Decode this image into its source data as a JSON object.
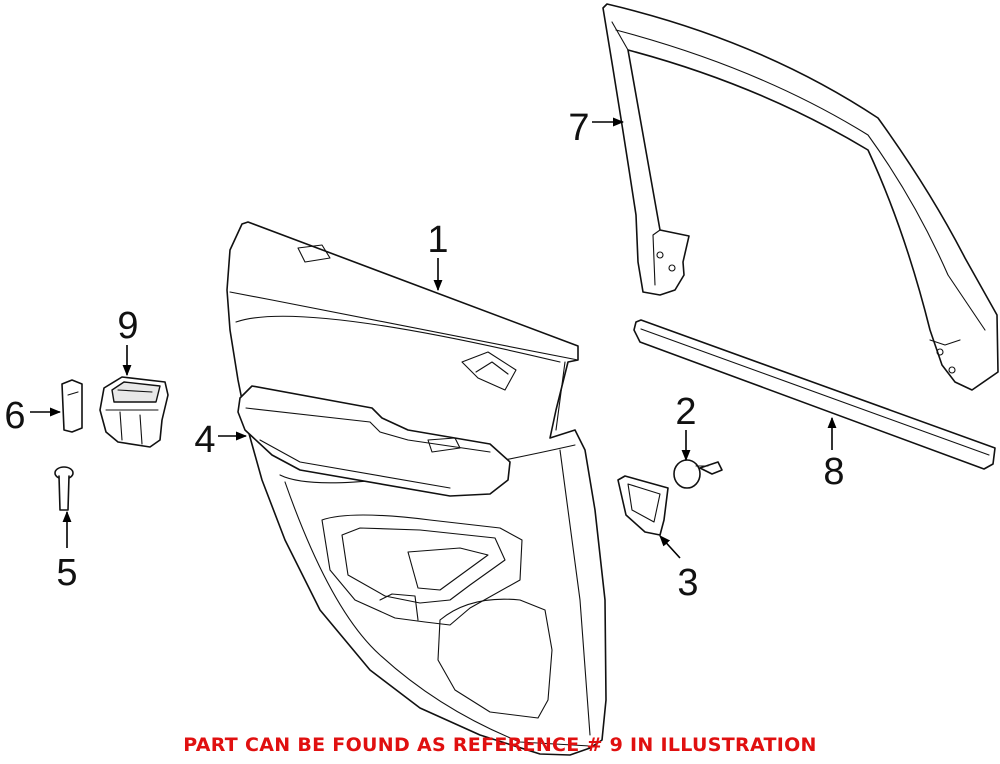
{
  "diagram": {
    "callouts": {
      "c1": "1",
      "c2": "2",
      "c3": "3",
      "c4": "4",
      "c5": "5",
      "c6": "6",
      "c7": "7",
      "c8": "8",
      "c9": "9"
    },
    "note": "PART CAN BE FOUND AS REFERENCE # 9 IN ILLUSTRATION",
    "colors": {
      "line": "#111111",
      "note": "#e01010",
      "background": "#ffffff"
    }
  }
}
